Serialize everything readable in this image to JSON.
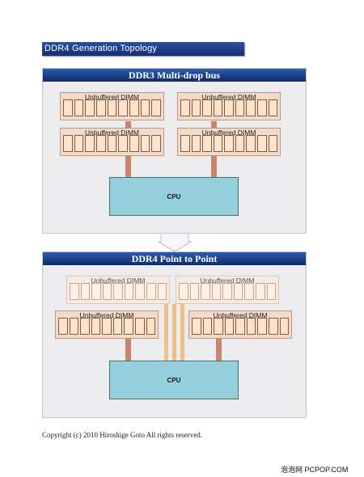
{
  "header": {
    "title": "DDR4 Generation Topology"
  },
  "ddr3": {
    "title": "DDR3 Multi-drop bus",
    "dimm_label": "Unbuffered DIMM",
    "cpu_label": "CPU",
    "chips_per_dimm": 9
  },
  "ddr4": {
    "title": "DDR4 Point to Point",
    "dimm_label": "Unbuffered DIMM",
    "cpu_label": "CPU",
    "chips_per_dimm": 9
  },
  "copyright": "Copyright (c) 2010 Hiroshige Goto All rights reserved.",
  "watermark": "泡泡网 PCPOP.COM",
  "colors": {
    "header": "#152f72",
    "panel": "#ececef",
    "cpu": "#95cfdc",
    "wire": "#c8846c",
    "dimm": "#f3dac8"
  }
}
